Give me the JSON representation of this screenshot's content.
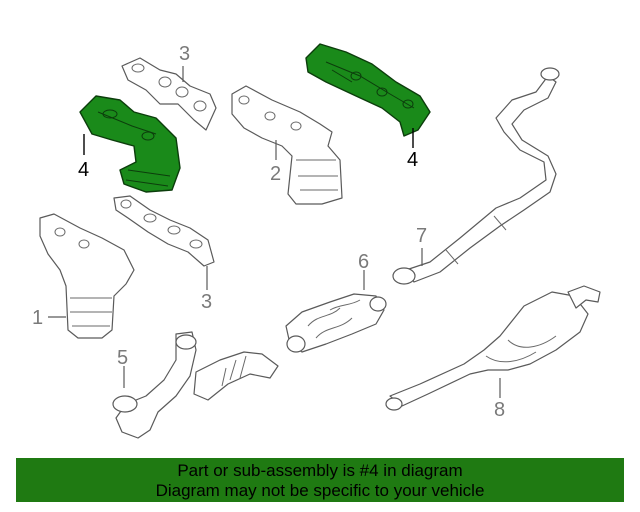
{
  "diagram": {
    "callouts": [
      {
        "id": "1",
        "text": "1",
        "highlighted": false
      },
      {
        "id": "2",
        "text": "2",
        "highlighted": false
      },
      {
        "id": "3a",
        "text": "3",
        "highlighted": false
      },
      {
        "id": "3b",
        "text": "3",
        "highlighted": false
      },
      {
        "id": "4a",
        "text": "4",
        "highlighted": true
      },
      {
        "id": "4b",
        "text": "4",
        "highlighted": true
      },
      {
        "id": "5",
        "text": "5",
        "highlighted": false
      },
      {
        "id": "6",
        "text": "6",
        "highlighted": false
      },
      {
        "id": "7",
        "text": "7",
        "highlighted": false
      },
      {
        "id": "8",
        "text": "8",
        "highlighted": false
      }
    ],
    "colors": {
      "highlight": "#1a8a1a",
      "line": "#5a5a5a",
      "banner": "#1f7a12"
    }
  },
  "banner": {
    "line1": "Part or sub-assembly is #4 in diagram",
    "line2": "Diagram may not be specific to your vehicle"
  }
}
